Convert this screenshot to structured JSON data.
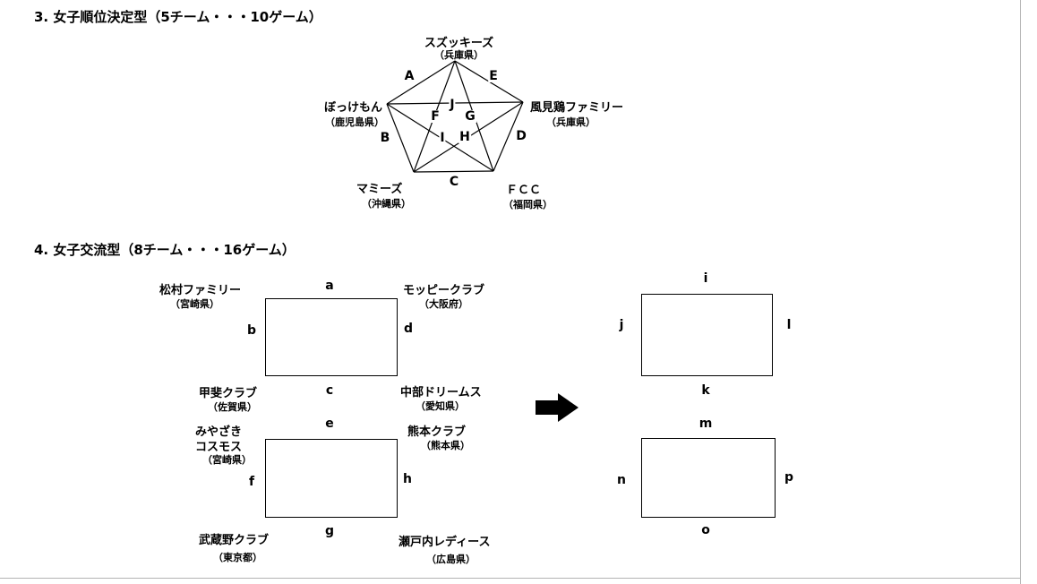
{
  "section3": {
    "title": "3. 女子順位決定型（5チーム・・・10ゲーム）",
    "game_labels": {
      "A": "A",
      "B": "B",
      "C": "C",
      "D": "D",
      "E": "E",
      "F": "F",
      "G": "G",
      "H": "H",
      "I": "I",
      "J": "J"
    },
    "teams": {
      "top": {
        "name": "スズッキーズ",
        "pref": "（兵庫県）"
      },
      "left": {
        "name": "ぼっけもん",
        "pref": "（鹿児島県）"
      },
      "right": {
        "name": "風見鶏ファミリー",
        "pref": "（兵庫県）"
      },
      "bottom_left": {
        "name": "マミーズ",
        "pref": "（沖縄県）"
      },
      "bottom_right": {
        "name": "ＦＣＣ",
        "pref": "（福岡県）"
      }
    }
  },
  "section4": {
    "title": "4. 女子交流型（8チーム・・・16ゲーム）",
    "block1": {
      "game_labels": {
        "top": "a",
        "left": "b",
        "bottom": "c",
        "right": "d"
      },
      "teams": {
        "top_left": {
          "name": "松村ファミリー",
          "pref": "（宮崎県）"
        },
        "top_right": {
          "name": "モッピークラブ",
          "pref": "（大阪府）"
        },
        "bottom_left": {
          "name": "甲斐クラブ",
          "pref": "（佐賀県）"
        },
        "bottom_right": {
          "name": "中部ドリームス",
          "pref": "（愛知県）"
        }
      }
    },
    "block2": {
      "game_labels": {
        "top": "e",
        "left": "f",
        "bottom": "g",
        "right": "h"
      },
      "teams": {
        "top_left": {
          "name_line1": "みやざき",
          "name_line2": "コスモス",
          "pref": "（宮崎県）"
        },
        "top_right": {
          "name": "熊本クラブ",
          "pref": "（熊本県）"
        },
        "bottom_left": {
          "name": "武蔵野クラブ",
          "pref": "（東京都）"
        },
        "bottom_right": {
          "name": "瀬戸内レディース",
          "pref": "（広島県）"
        }
      }
    },
    "result_block1": {
      "game_labels": {
        "top": "i",
        "left": "j",
        "bottom": "k",
        "right": "l"
      }
    },
    "result_block2": {
      "game_labels": {
        "top": "m",
        "left": "n",
        "bottom": "o",
        "right": "p"
      }
    }
  }
}
